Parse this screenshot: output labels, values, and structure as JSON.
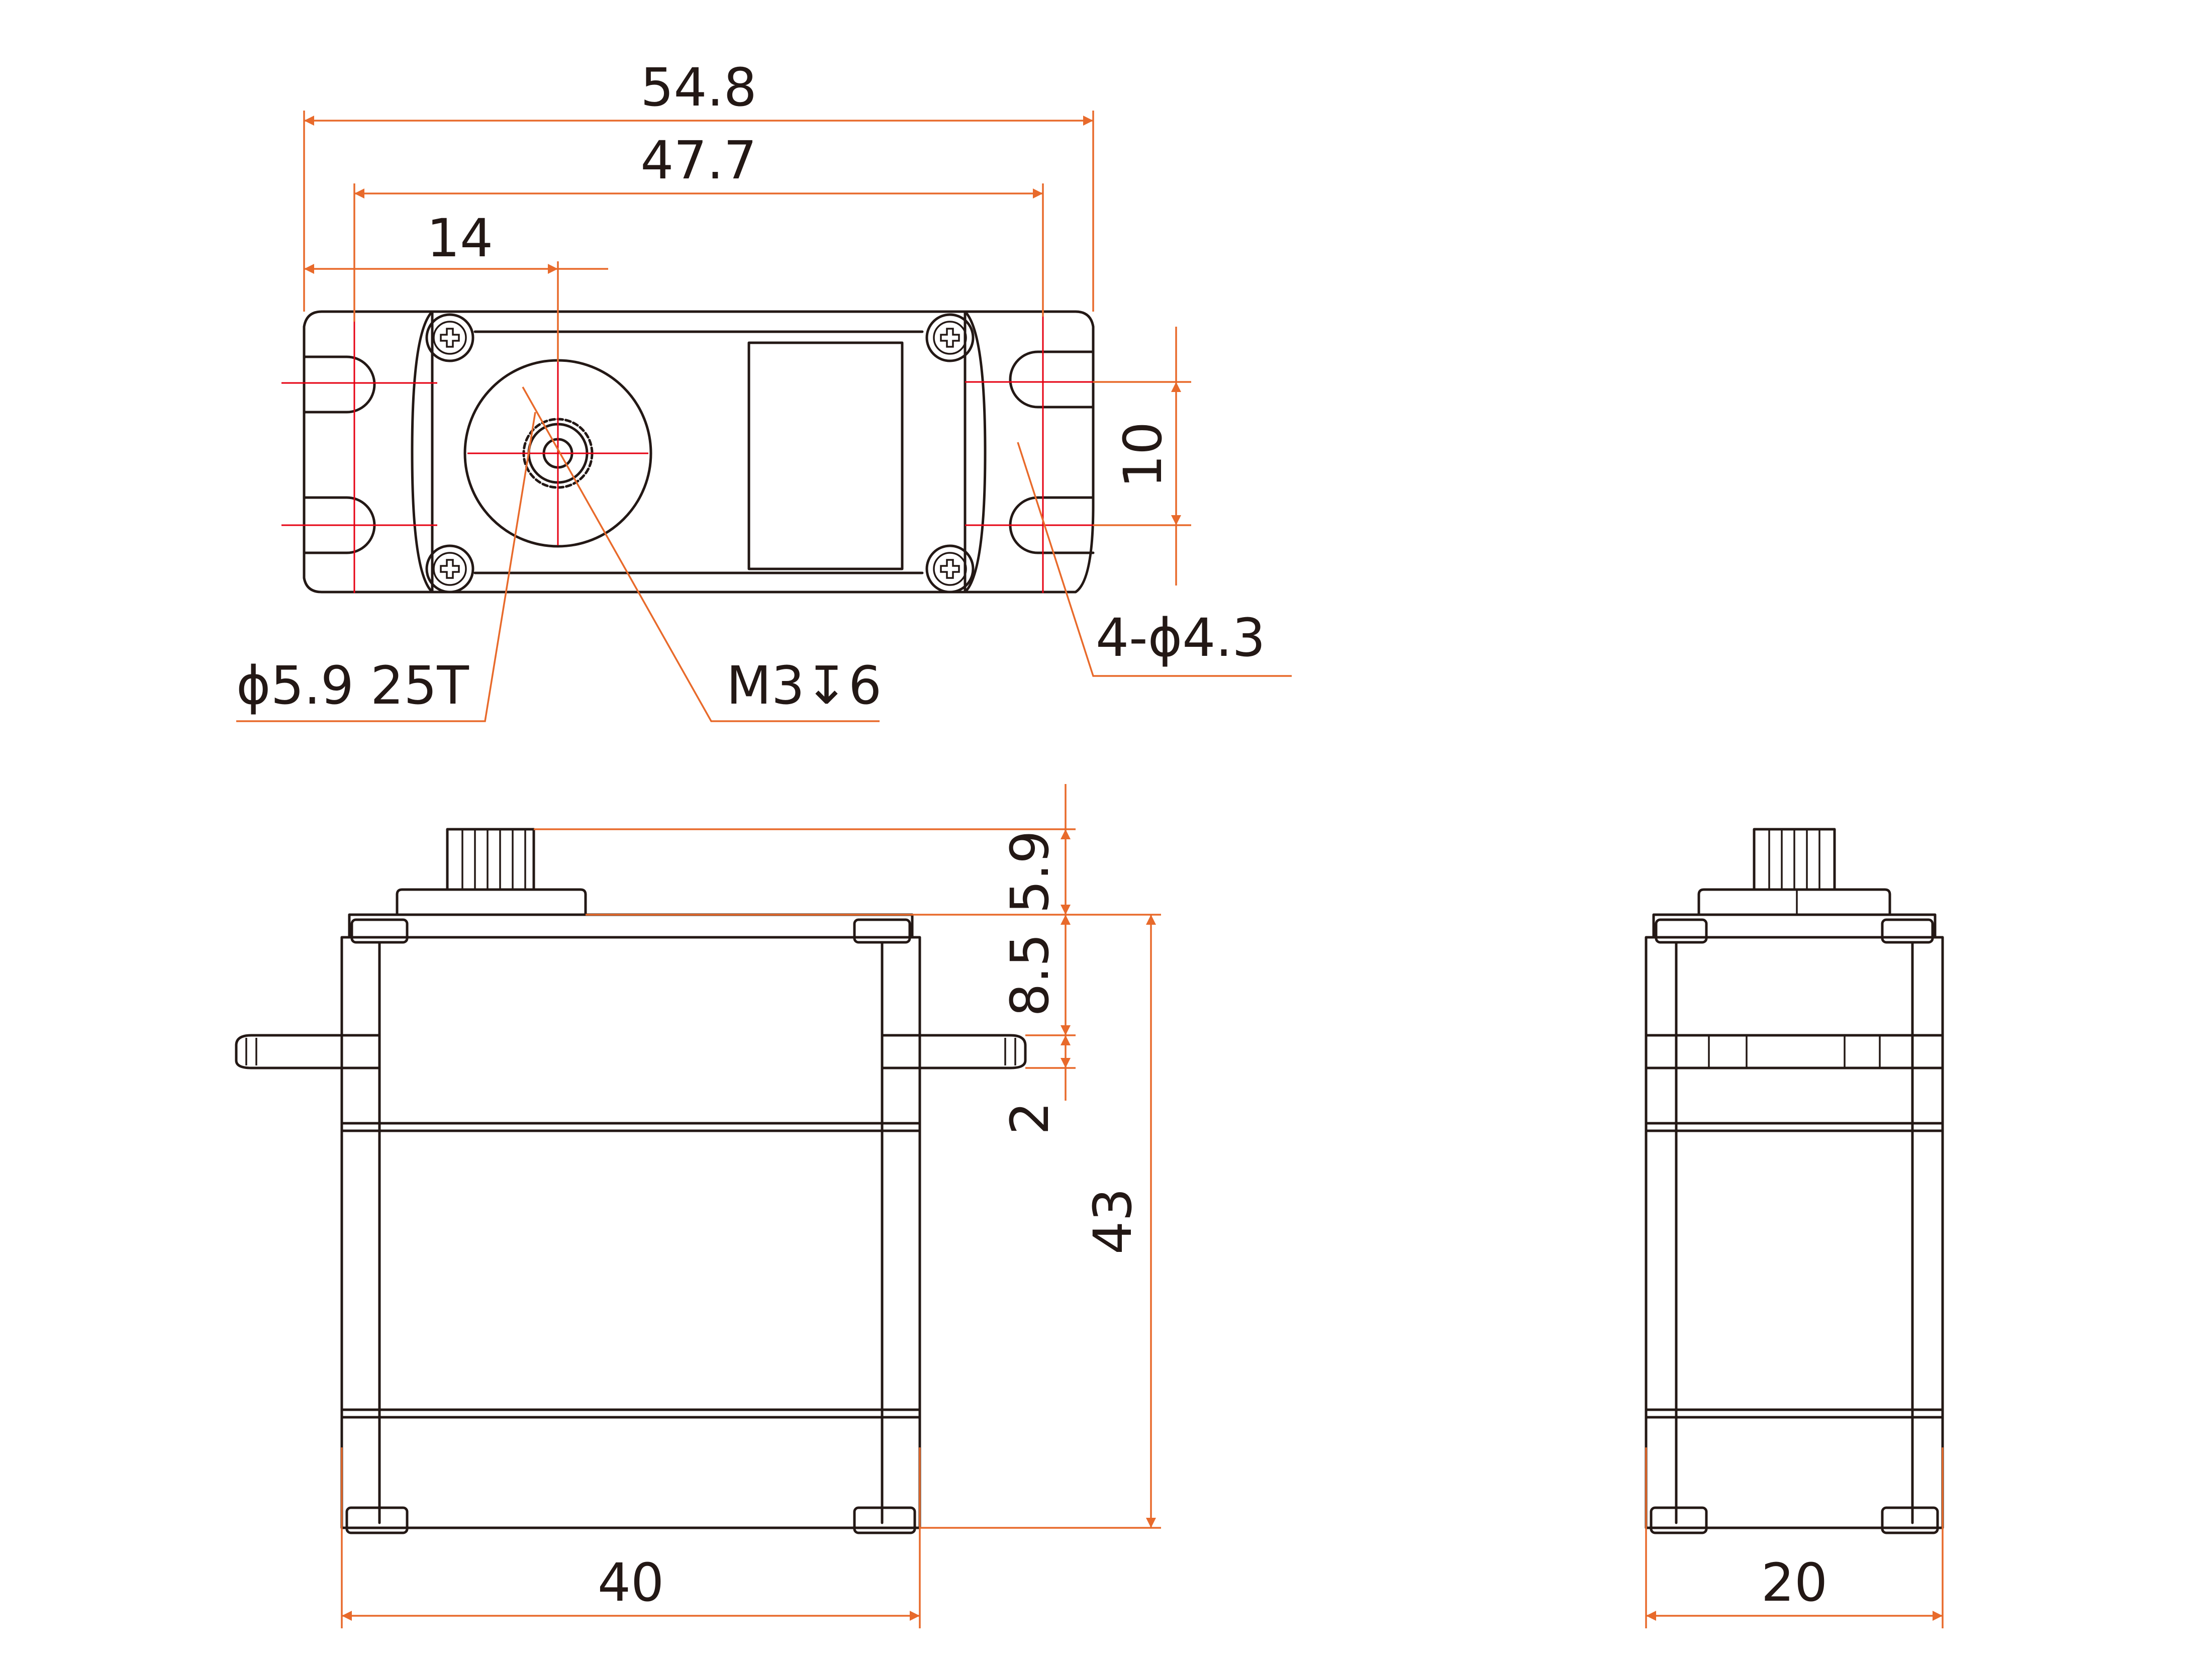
{
  "colors": {
    "outline": "#231815",
    "dimension": "#e86a2b",
    "centerline": "#e60012",
    "background": "#ffffff"
  },
  "dimensions": {
    "overall_width": "54.8",
    "hole_spacing_width": "47.7",
    "spline_offset": "14",
    "hole_spacing_height": "10",
    "mount_holes": "4-ϕ4.3",
    "spline": "ϕ5.9 25T",
    "screw": "M3↧6",
    "spline_height": "5.9",
    "flange_to_top": "8.5",
    "flange_thickness": "2",
    "body_height": "43",
    "body_length": "40",
    "body_depth": "20"
  }
}
